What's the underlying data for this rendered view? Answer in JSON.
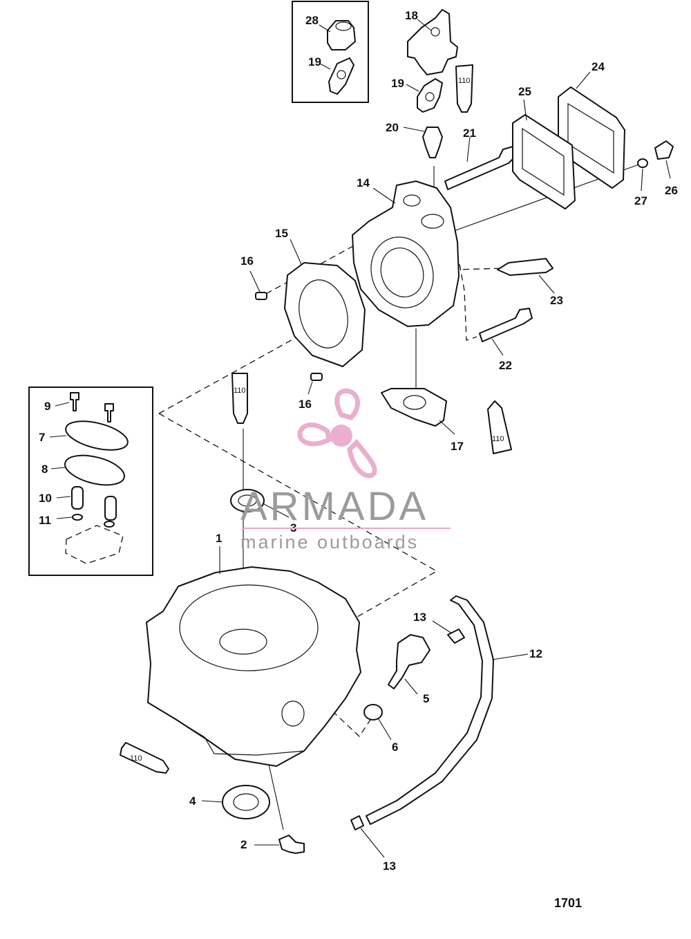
{
  "figure_number": "1701",
  "watermark": {
    "brand": "ARMADA",
    "tagline": "marine outboards",
    "accent_color": "#e9a6c9",
    "rule_color": "#e9a6c9"
  },
  "sealant_label": "110",
  "callouts": {
    "c1": "1",
    "c2": "2",
    "c3": "3",
    "c4": "4",
    "c5": "5",
    "c6": "6",
    "c7": "7",
    "c8": "8",
    "c9": "9",
    "c10": "10",
    "c11": "11",
    "c12": "12",
    "c13a": "13",
    "c13b": "13",
    "c14": "14",
    "c15": "15",
    "c16a": "16",
    "c16b": "16",
    "c17": "17",
    "c18": "18",
    "c19a": "19",
    "c19b": "19",
    "c20": "20",
    "c21": "21",
    "c22": "22",
    "c23": "23",
    "c24": "24",
    "c25": "25",
    "c26": "26",
    "c27": "27",
    "c28": "28"
  }
}
